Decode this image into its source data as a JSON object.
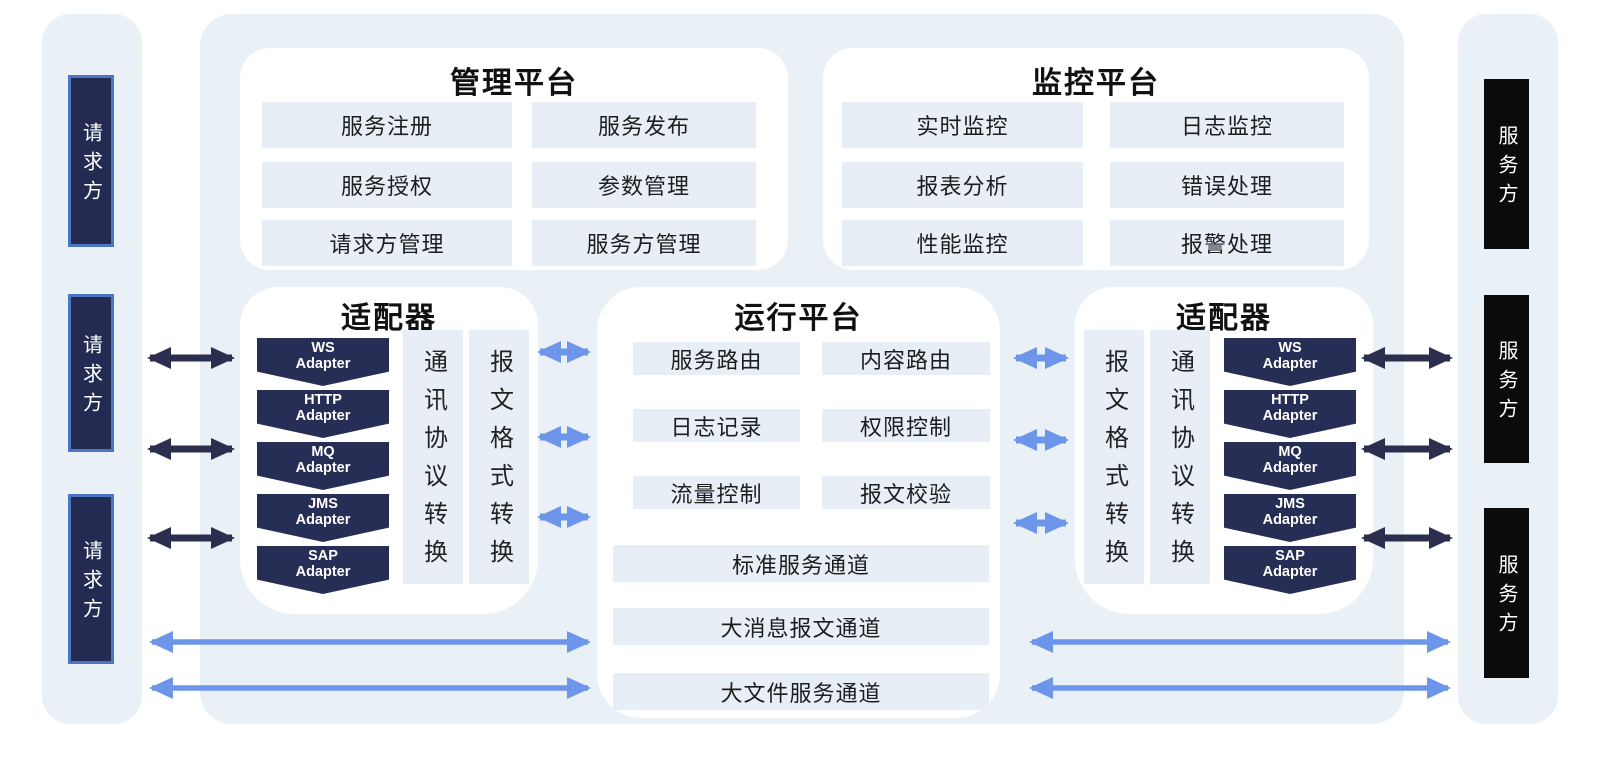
{
  "requesters": [
    "请求方",
    "请求方",
    "请求方"
  ],
  "providers": [
    "服务方",
    "服务方",
    "服务方"
  ],
  "management": {
    "title": "管理平台",
    "items": [
      "服务注册",
      "服务发布",
      "服务授权",
      "参数管理",
      "请求方管理",
      "服务方管理"
    ]
  },
  "monitoring": {
    "title": "监控平台",
    "items": [
      "实时监控",
      "日志监控",
      "报表分析",
      "错误处理",
      "性能监控",
      "报警处理"
    ]
  },
  "runtime": {
    "title": "运行平台",
    "items": [
      "服务路由",
      "内容路由",
      "日志记录",
      "权限控制",
      "流量控制",
      "报文校验"
    ],
    "channels": [
      "标准服务通道",
      "大消息报文通道",
      "大文件服务通道"
    ]
  },
  "adapter_left": {
    "title": "适配器",
    "cols": [
      "通讯协议转换",
      "报文格式转换"
    ]
  },
  "adapter_right": {
    "title": "适配器",
    "cols": [
      "报文格式转换",
      "通讯协议转换"
    ]
  },
  "adapters": [
    {
      "name": "WS",
      "suffix": "Adapter"
    },
    {
      "name": "HTTP",
      "suffix": "Adapter"
    },
    {
      "name": "MQ",
      "suffix": "Adapter"
    },
    {
      "name": "JMS",
      "suffix": "Adapter"
    },
    {
      "name": "SAP",
      "suffix": "Adapter"
    }
  ],
  "colors": {
    "panel_bg": "#e9f1f7",
    "item_bg": "#e8eef5",
    "navy_box": "#232b52",
    "pennant": "#272e55",
    "provider_black": "#0b0b0b",
    "requester_border": "#4a76c4",
    "arrow_navy": "#2b2f4d",
    "arrow_blue": "#6d96ea"
  }
}
